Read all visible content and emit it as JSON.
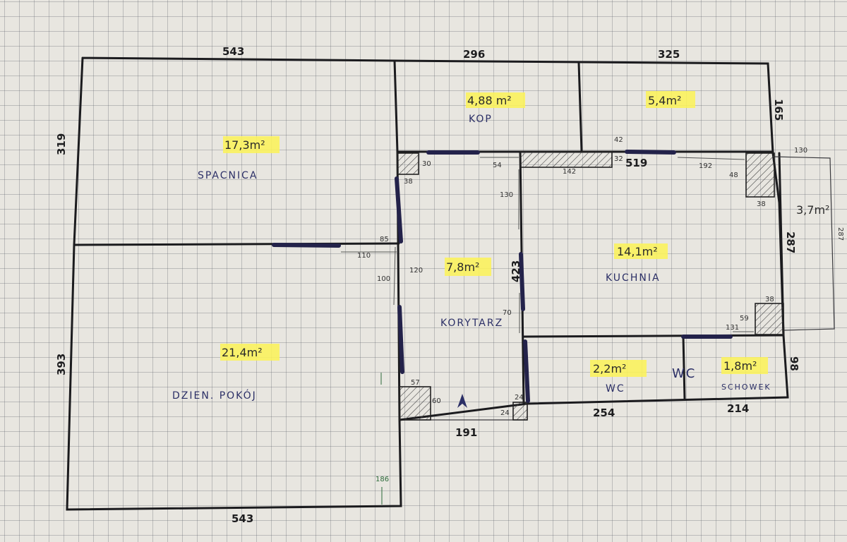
{
  "dimensions": {
    "top_left": "543",
    "top_mid": "296",
    "top_right": "325",
    "right_top": "165",
    "left_top": "319",
    "left_bottom": "393",
    "bottom_left": "543",
    "bottom_mid": "191",
    "bottom_254": "254",
    "bottom_214": "214",
    "right_mid": "287",
    "right_bottom": "98",
    "mid_423": "423",
    "mid_519": "519",
    "far_right": "287"
  },
  "small_dims": {
    "d30": "30",
    "d38a": "38",
    "d54": "54",
    "d142": "142",
    "d42": "42",
    "d32": "32",
    "d192": "192",
    "d130a": "130",
    "d48": "48",
    "d38b": "38",
    "d130b": "130",
    "d85": "85",
    "d110": "110",
    "d120": "120",
    "d100": "100",
    "d70": "70",
    "d38c": "38",
    "d59a": "59",
    "d131": "131",
    "d57": "57",
    "d60": "60",
    "d24a": "24",
    "d24b": "24",
    "d186": "186"
  },
  "rooms": {
    "kop_area": "4,88 m²",
    "kop_name": "KOP",
    "r54_area": "5,4m²",
    "sypialnia_area": "17,3m²",
    "sypialnia_name": "SPACNICA",
    "korytarz_area": "7,8m²",
    "korytarz_name": "KORYTARZ",
    "kuchnia_area": "14,1m²",
    "kuchnia_name": "KUCHNIA",
    "r37_area": "3,7m²",
    "dzienny_area": "21,4m²",
    "dzienny_name": "DZIEN. POKÓJ",
    "wc_area": "2,2m²",
    "wc_name": "WC",
    "wc_label2": "WC",
    "schowek_area": "1,8m²",
    "schowek_name": "SCHOWEK"
  },
  "colors": {
    "highlight": "#fbf25a",
    "wall": "#1b1b1e",
    "door": "#23224a",
    "paper": "#e8e6e0",
    "grid": "#8a8d94",
    "dim_green": "#2d6b3a"
  }
}
